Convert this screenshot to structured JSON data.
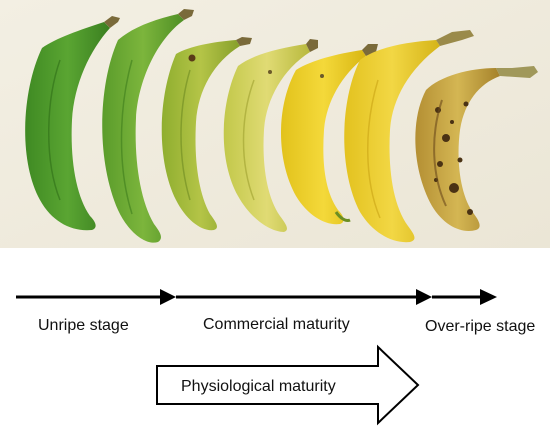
{
  "stages": {
    "unripe": "Unripe stage",
    "commercial": "Commercial maturity",
    "overripe": "Over-ripe stage"
  },
  "physiological_label": "Physiological maturity",
  "ripeness_colors": [
    "#4e9a2c",
    "#67a82f",
    "#a6b93a",
    "#cfd25a",
    "#e6cc2a",
    "#e9c92b",
    "#c9a643"
  ]
}
